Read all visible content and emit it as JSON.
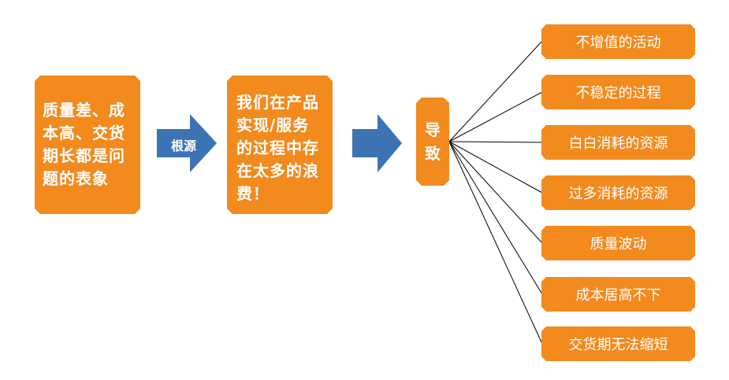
{
  "problem_box": {
    "text": "质量差、成本高、交货期长都是问题的表象"
  },
  "root_cause_arrow": {
    "label": "根源"
  },
  "waste_box": {
    "text": "我们在产品实现/服务的过程中存在太多的浪费！"
  },
  "lead_to_box": {
    "text": "导致"
  },
  "effects": [
    "不增值的活动",
    "不稳定的过程",
    "白白消耗的资源",
    "过多消耗的资源",
    "质量波动",
    "成本居高不下",
    "交货期无法缩短"
  ],
  "colors": {
    "box": "#f28a1e",
    "arrow": "#3c74b3",
    "text": "#ffffff",
    "line": "#000000"
  }
}
